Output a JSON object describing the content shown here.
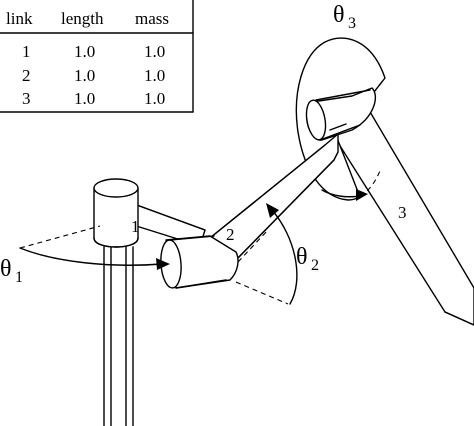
{
  "table": {
    "headers": [
      "link",
      "length",
      "mass"
    ],
    "rows": [
      [
        "1",
        "1.0",
        "1.0"
      ],
      [
        "2",
        "1.0",
        "1.0"
      ],
      [
        "3",
        "1.0",
        "1.0"
      ]
    ]
  },
  "links": {
    "link1": "1",
    "link2": "2",
    "link3": "3"
  },
  "angles": {
    "theta1": {
      "symbol": "θ",
      "sub": "1"
    },
    "theta2": {
      "symbol": "θ",
      "sub": "2"
    },
    "theta3": {
      "symbol": "θ",
      "sub": "3"
    }
  }
}
